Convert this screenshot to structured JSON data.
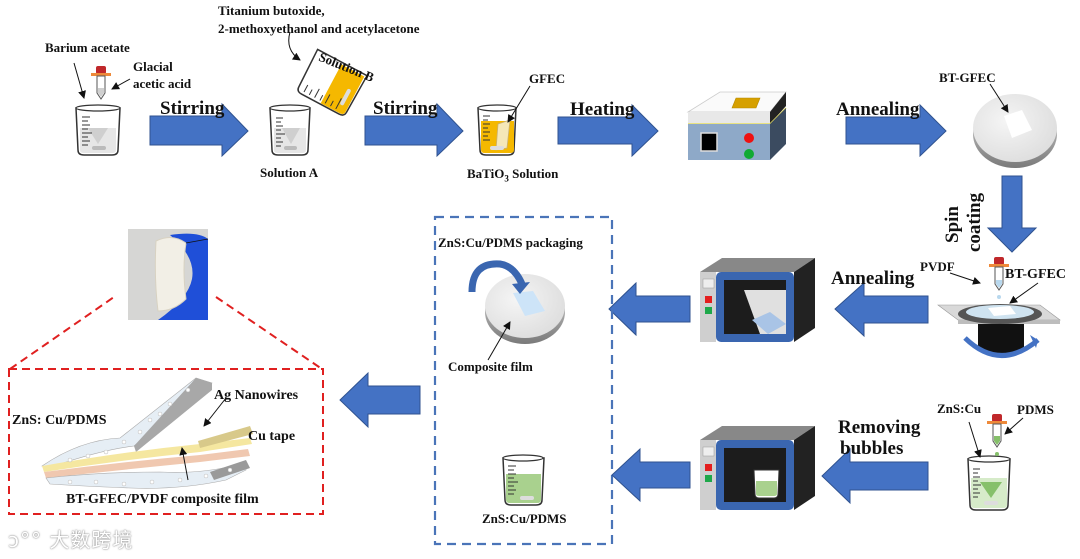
{
  "diagram": {
    "title": "Fabrication process of BT-GFEC/PVDF composite film electroluminescent device",
    "colors": {
      "arrow": "#4472c4",
      "arrow_stroke": "#2f528f",
      "red_dashed": "#e02020",
      "blue_dashed": "#4a74b8",
      "solution_yellow": "#f5b800",
      "solution_green": "#a9d18e",
      "device_blue": "#8ea9c8"
    },
    "top_row": {
      "barium_acetate": "Barium acetate",
      "glacial_line1": "Glacial",
      "glacial_line2": "acetic acid",
      "titanium_line1": "Titanium butoxide,",
      "titanium_line2": "2-methoxyethanol and acetylacetone",
      "solution_b": "Solution B",
      "solution_a": "Solution A",
      "gfec": "GFEC",
      "batio3_main": "BaTiO",
      "batio3_sub": "3",
      "batio3_tail": " Solution",
      "bt_gfec": "BT-GFEC"
    },
    "arrows": {
      "stirring1": "Stirring",
      "stirring2": "Stirring",
      "heating": "Heating",
      "annealing1": "Annealing",
      "spin": "Spin",
      "coating": "coating",
      "annealing2": "Annealing",
      "removing": "Removing",
      "bubbles": "bubbles"
    },
    "spin_coater": {
      "pvdf": "PVDF",
      "bt_gfec": "BT-GFEC"
    },
    "packaging_box": {
      "title": "ZnS:Cu/PDMS packaging",
      "composite_film": "Composite film",
      "zns_pdms": "ZnS:Cu/PDMS"
    },
    "bottom_right": {
      "zns_cu": "ZnS:Cu",
      "pdms": "PDMS"
    },
    "device": {
      "zns_layer": "ZnS: Cu/PDMS",
      "ag": "Ag Nanowires",
      "cu": "Cu tape",
      "composite": "BT-GFEC/PVDF composite film"
    },
    "watermark": "大数跨境"
  }
}
